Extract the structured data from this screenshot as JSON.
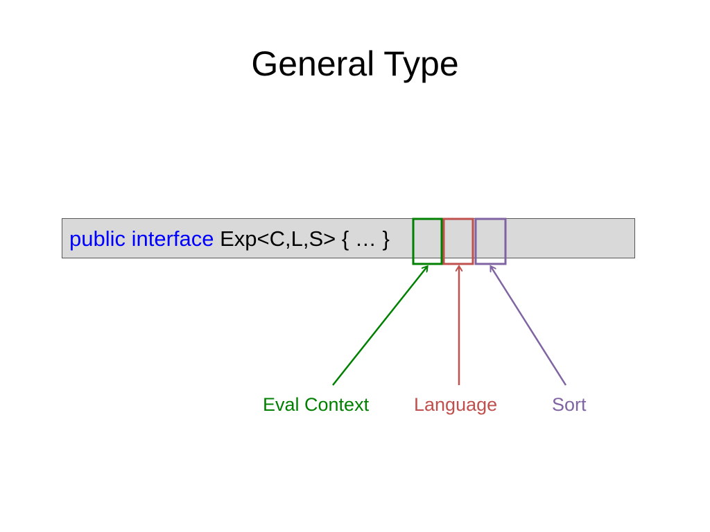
{
  "slide": {
    "title": "General Type"
  },
  "code": {
    "keyword": "public interface",
    "signature": " Exp<C,L,S> { … }"
  },
  "labels": {
    "eval_context": "Eval Context",
    "language": "Language",
    "sort": "Sort"
  },
  "colors": {
    "keyword": "#0000ff",
    "eval_context": "#008000",
    "language": "#c0504d",
    "sort": "#8064a2",
    "code_background": "#d9d9d9"
  }
}
